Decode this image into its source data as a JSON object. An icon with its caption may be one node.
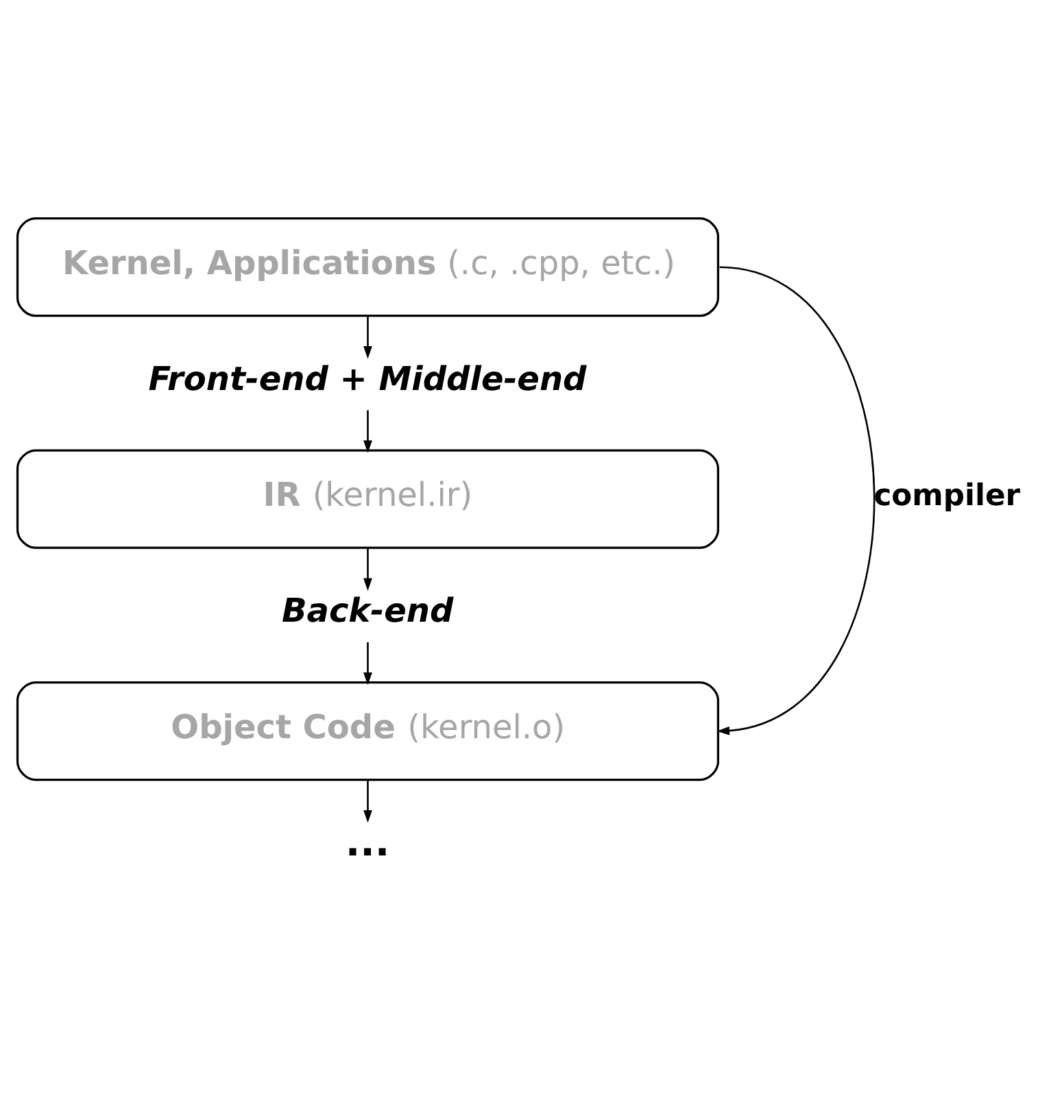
{
  "diagram": {
    "nodes": [
      {
        "text": [
          "**Kernel, Applications** (.c, .cpp, etc.)"
        ]
      },
      {
        "text": [
          "Front-end + Middle-end"
        ]
      },
      {
        "text": [
          "**IR** (kernel.ir)"
        ]
      },
      {
        "text": [
          "Back-end"
        ]
      },
      {
        "text": [
          "**Object Code** (kernel.o)"
        ]
      },
      {
        "text": [
          "..."
        ]
      }
    ],
    "edges": [
      {
        "from": 0,
        "to": 1,
        "arrow": "to"
      },
      {
        "from": 1,
        "to": 2,
        "arrow": "to"
      },
      {
        "from": 2,
        "to": 3,
        "arrow": "to"
      },
      {
        "from": 3,
        "to": 4,
        "arrow": "to"
      },
      {
        "from": 4,
        "to": 5,
        "arrow": "to"
      },
      {
        "from": 0,
        "to": 4,
        "arrow": "to",
        "label": "compiler"
      }
    ]
  }
}
